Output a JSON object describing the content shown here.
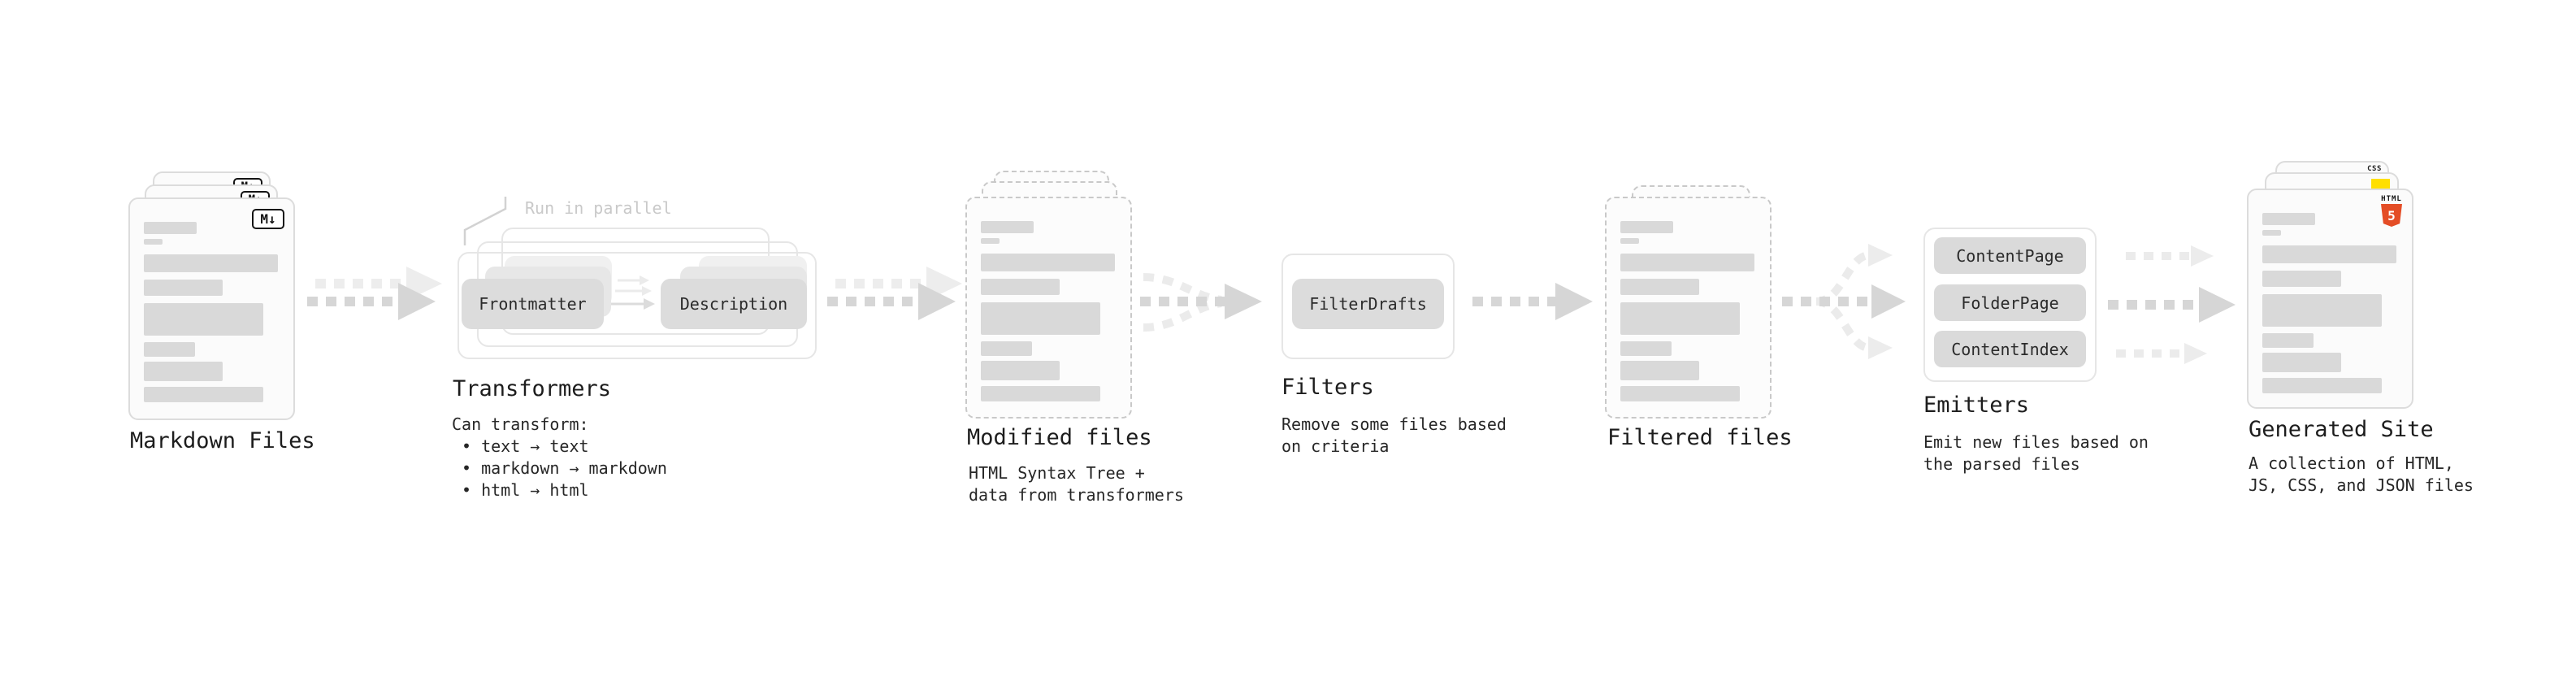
{
  "pipeline": {
    "markdown_files": {
      "label": "Markdown Files",
      "badge": "M↓"
    },
    "transformers": {
      "title": "Transformers",
      "annotation": "Run in parallel",
      "pill_left": "Frontmatter",
      "pill_right": "Description",
      "caption": "Can transform:",
      "bullets": [
        "• text → text",
        "• markdown → markdown",
        "• html → html"
      ]
    },
    "modified_files": {
      "label": "Modified files",
      "desc": [
        "HTML Syntax Tree +",
        "data from transformers"
      ]
    },
    "filters": {
      "title": "Filters",
      "pill": "FilterDrafts",
      "desc": [
        "Remove some files based",
        "on criteria"
      ]
    },
    "filtered_files": {
      "label": "Filtered files"
    },
    "emitters": {
      "title": "Emitters",
      "pills": [
        "ContentPage",
        "FolderPage",
        "ContentIndex"
      ],
      "desc": [
        "Emit new files based on",
        "the parsed files"
      ]
    },
    "generated_site": {
      "label": "Generated Site",
      "desc": [
        "A collection of HTML,",
        "JS, CSS, and JSON files"
      ],
      "badges": {
        "css_label": "CSS",
        "html_label": "HTML",
        "html_number": "5"
      }
    }
  },
  "colors": {
    "html5_orange": "#e44d26",
    "js_yellow": "#ffdf00",
    "css_blue": "#2965f1",
    "arrow_gray": "#d6d6d6",
    "card_border": "#dcdcdc",
    "dashed_border": "#c9c9c9"
  }
}
